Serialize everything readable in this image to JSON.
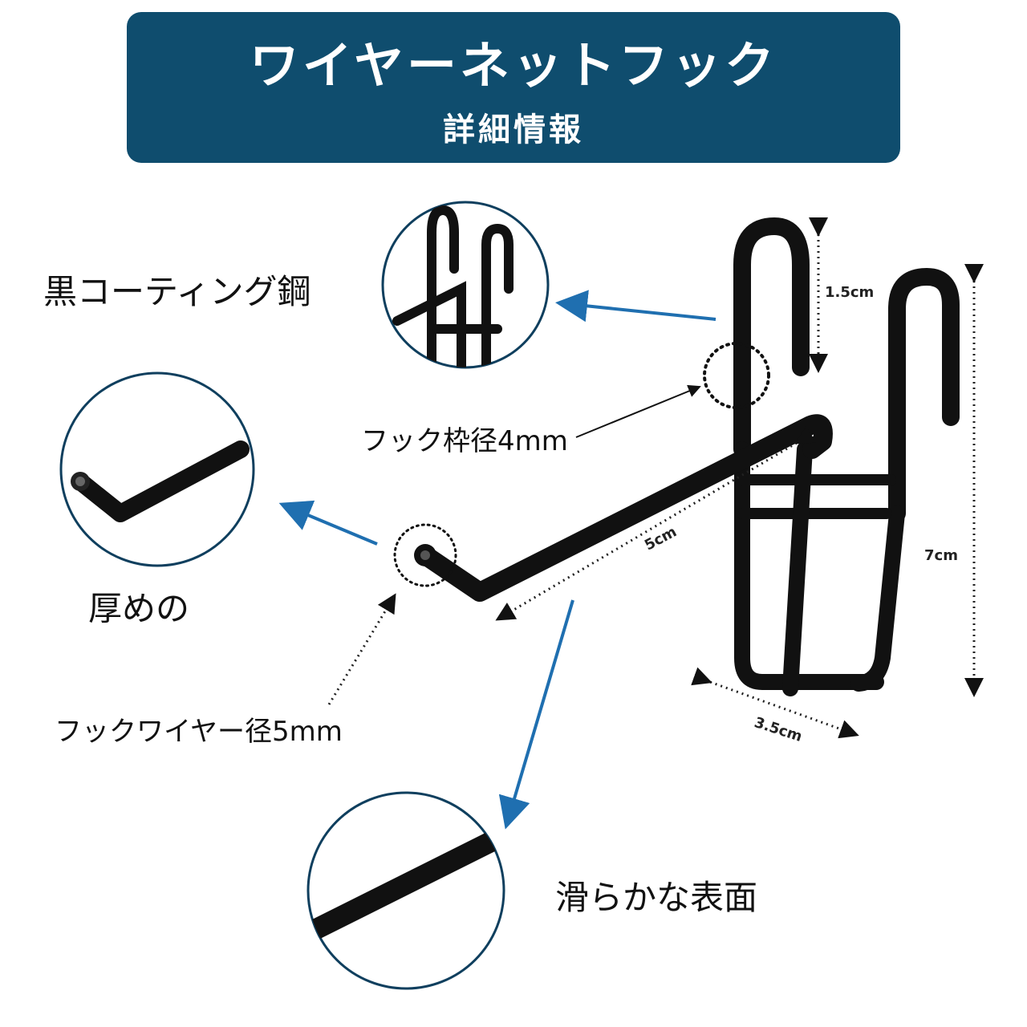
{
  "header": {
    "title": "ワイヤーネットフック",
    "subtitle": "詳細情報"
  },
  "features": {
    "coating": "黒コーティング鋼",
    "thick": "厚めの",
    "smooth": "滑らかな表面"
  },
  "specs": {
    "frame_diameter": "フック枠径4mm",
    "wire_diameter": "フックワイヤー径5mm"
  },
  "dimensions": {
    "hook_top": "1.5cm",
    "height": "7cm",
    "arm_length": "5cm",
    "width": "3.5cm"
  },
  "colors": {
    "banner": "#0f4d6e",
    "arrow": "#1f6fb0",
    "product": "#111111"
  }
}
